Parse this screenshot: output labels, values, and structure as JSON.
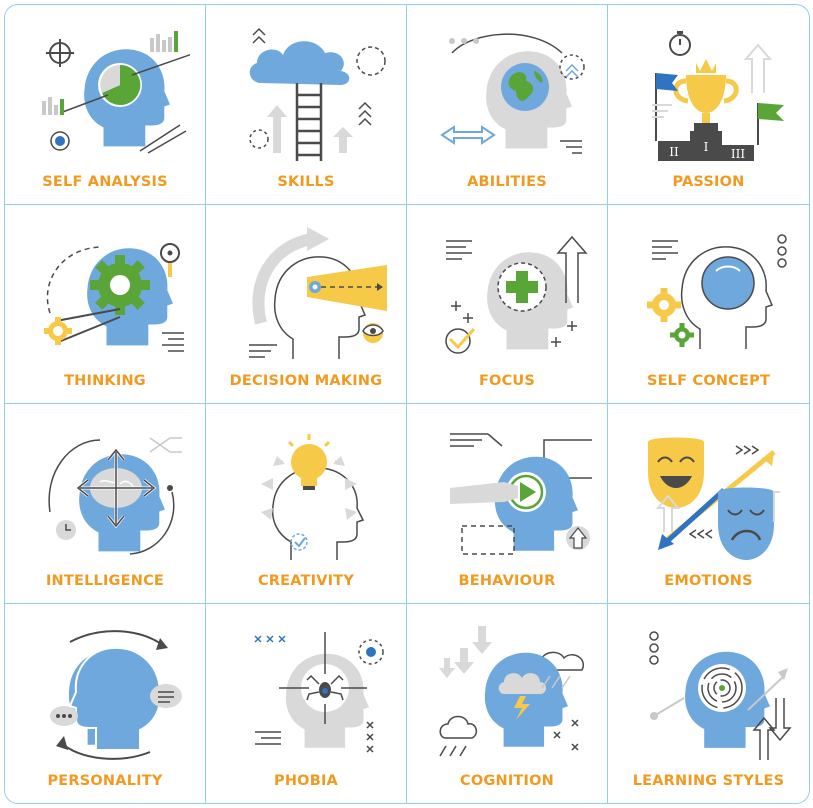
{
  "colors": {
    "blue": "#6fa8dc",
    "darkblue": "#2f73c2",
    "yellow": "#f7c948",
    "green": "#5aa537",
    "gray": "#4a4a4a",
    "lightgray": "#d9d9d9",
    "orange": "#f29a1f",
    "border": "#8fd0ea"
  },
  "tiles": [
    {
      "label": "SELF ANALYSIS",
      "icon": "pie-chart-head-icon"
    },
    {
      "label": "SKILLS",
      "icon": "cloud-ladder-icon"
    },
    {
      "label": "ABILITIES",
      "icon": "globe-head-icon"
    },
    {
      "label": "PASSION",
      "icon": "trophy-podium-icon"
    },
    {
      "label": "THINKING",
      "icon": "gear-head-icon"
    },
    {
      "label": "DECISION MAKING",
      "icon": "vision-head-icon"
    },
    {
      "label": "FOCUS",
      "icon": "plus-head-icon"
    },
    {
      "label": "SELF CONCEPT",
      "icon": "mirror-head-icon"
    },
    {
      "label": "INTELLIGENCE",
      "icon": "brain-arrows-icon"
    },
    {
      "label": "CREATIVITY",
      "icon": "lightbulb-head-icon"
    },
    {
      "label": "BEHAVIOUR",
      "icon": "play-head-icon"
    },
    {
      "label": "EMOTIONS",
      "icon": "theatre-masks-icon"
    },
    {
      "label": "PERSONALITY",
      "icon": "dual-faces-icon"
    },
    {
      "label": "PHOBIA",
      "icon": "spider-head-icon"
    },
    {
      "label": "COGNITION",
      "icon": "storm-head-icon"
    },
    {
      "label": "LEARNING STYLES",
      "icon": "maze-head-icon"
    }
  ]
}
